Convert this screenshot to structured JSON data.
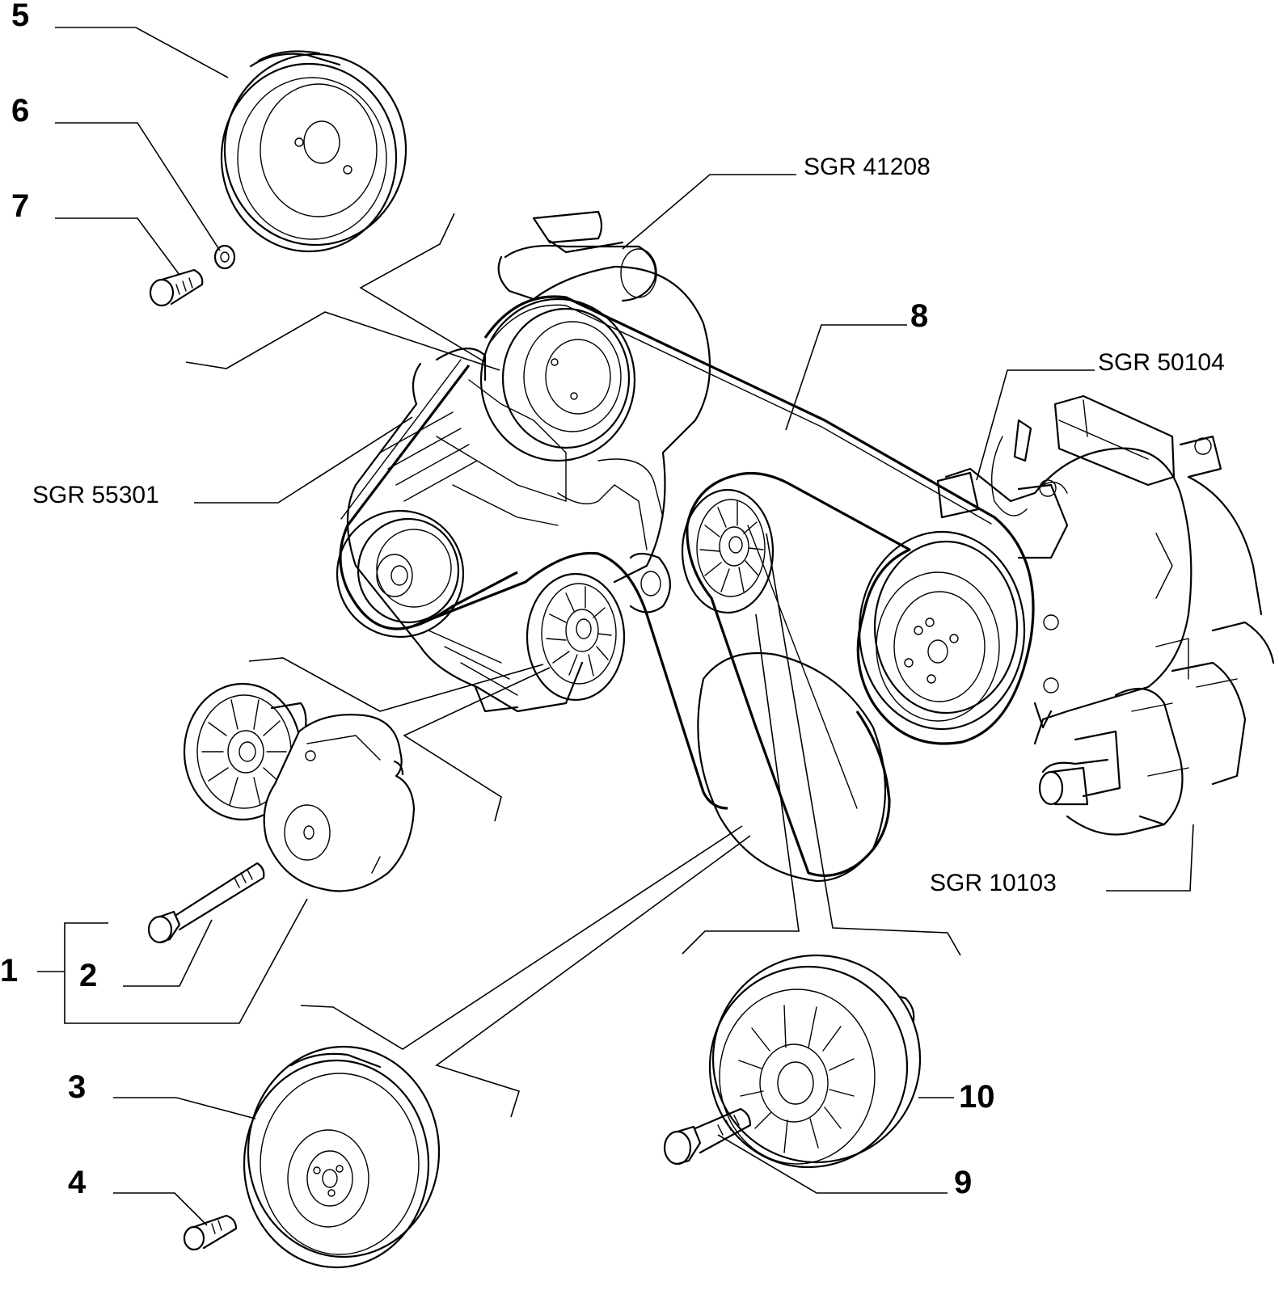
{
  "callouts": {
    "c1": "1",
    "c2": "2",
    "c3": "3",
    "c4": "4",
    "c5": "5",
    "c6": "6",
    "c7": "7",
    "c8": "8",
    "c9": "9",
    "c10": "10"
  },
  "references": {
    "r41208": "SGR 41208",
    "r50104": "SGR 50104",
    "r55301": "SGR 55301",
    "r10103": "SGR 10103"
  }
}
